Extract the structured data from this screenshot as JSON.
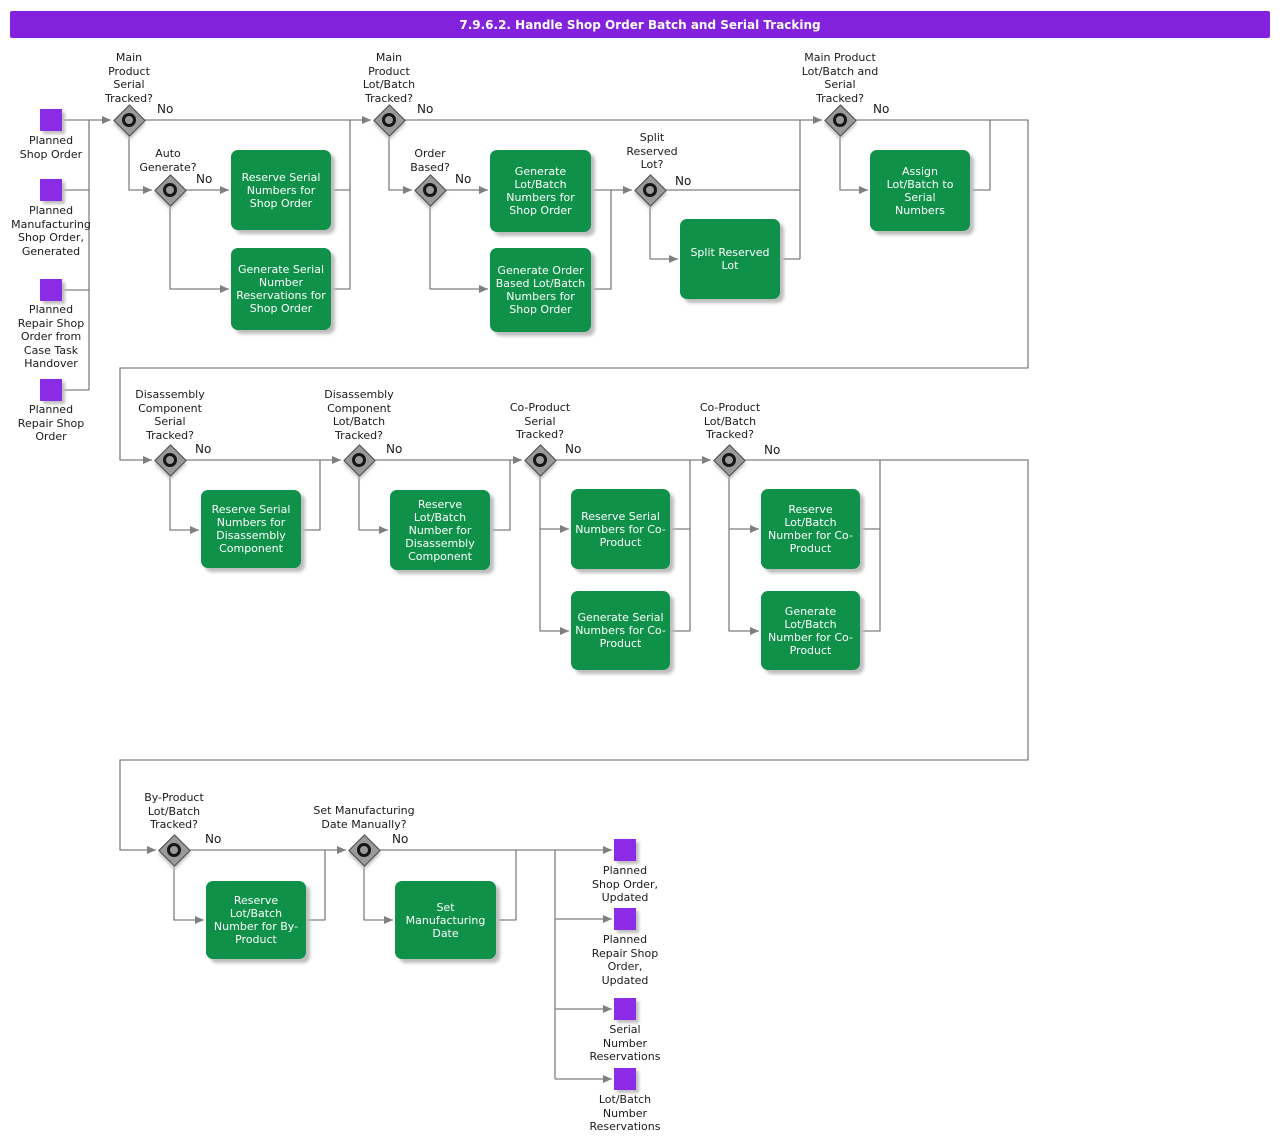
{
  "title_bar": {
    "text": "7.9.6.2. Handle Shop Order Batch and Serial Tracking"
  },
  "colors": {
    "title_bar": "#8222DD",
    "event": "#8B2BE6",
    "activity": "#0F9149",
    "gateway": "#9A9A9A",
    "connector": "#7F7F7F"
  },
  "start_events": [
    {
      "label": "Planned\nShop Order"
    },
    {
      "label": "Planned\nManufacturing\nShop Order,\nGenerated"
    },
    {
      "label": "Planned\nRepair Shop\nOrder from\nCase Task\nHandover"
    },
    {
      "label": "Planned\nRepair Shop\nOrder"
    }
  ],
  "gateways": [
    {
      "label": "Main\nProduct\nSerial\nTracked?",
      "no": "No"
    },
    {
      "label": "Auto\nGenerate?",
      "no": "No"
    },
    {
      "label": "Main\nProduct\nLot/Batch\nTracked?",
      "no": "No"
    },
    {
      "label": "Order\nBased?",
      "no": "No"
    },
    {
      "label": "Split\nReserved\nLot?",
      "no": "No"
    },
    {
      "label": "Main Product\nLot/Batch and\nSerial\nTracked?",
      "no": "No"
    },
    {
      "label": "Disassembly\nComponent\nSerial\nTracked?",
      "no": "No"
    },
    {
      "label": "Disassembly\nComponent\nLot/Batch\nTracked?",
      "no": "No"
    },
    {
      "label": "Co-Product\nSerial\nTracked?",
      "no": "No"
    },
    {
      "label": "Co-Product\nLot/Batch\nTracked?",
      "no": "No"
    },
    {
      "label": "By-Product\nLot/Batch\nTracked?",
      "no": "No"
    },
    {
      "label": "Set Manufacturing\nDate Manually?",
      "no": "No"
    }
  ],
  "activities": [
    {
      "label": "Reserve Serial\nNumbers for\nShop Order"
    },
    {
      "label": "Generate Serial\nNumber\nReservations for\nShop Order"
    },
    {
      "label": "Generate\nLot/Batch\nNumbers for\nShop Order"
    },
    {
      "label": "Generate Order\nBased Lot/Batch\nNumbers for\nShop Order"
    },
    {
      "label": "Split Reserved\nLot"
    },
    {
      "label": "Assign\nLot/Batch to\nSerial\nNumbers"
    },
    {
      "label": "Reserve Serial\nNumbers for\nDisassembly\nComponent"
    },
    {
      "label": "Reserve\nLot/Batch\nNumber for\nDisassembly\nComponent"
    },
    {
      "label": "Reserve Serial\nNumbers for Co-\nProduct"
    },
    {
      "label": "Generate Serial\nNumbers for Co-\nProduct"
    },
    {
      "label": "Reserve\nLot/Batch\nNumber for Co-\nProduct"
    },
    {
      "label": "Generate\nLot/Batch\nNumber for Co-\nProduct"
    },
    {
      "label": "Reserve\nLot/Batch\nNumber for By-\nProduct"
    },
    {
      "label": "Set\nManufacturing\nDate"
    }
  ],
  "end_events": [
    {
      "label": "Planned\nShop Order,\nUpdated"
    },
    {
      "label": "Planned\nRepair Shop\nOrder,\nUpdated"
    },
    {
      "label": "Serial\nNumber\nReservations"
    },
    {
      "label": "Lot/Batch\nNumber\nReservations"
    }
  ]
}
